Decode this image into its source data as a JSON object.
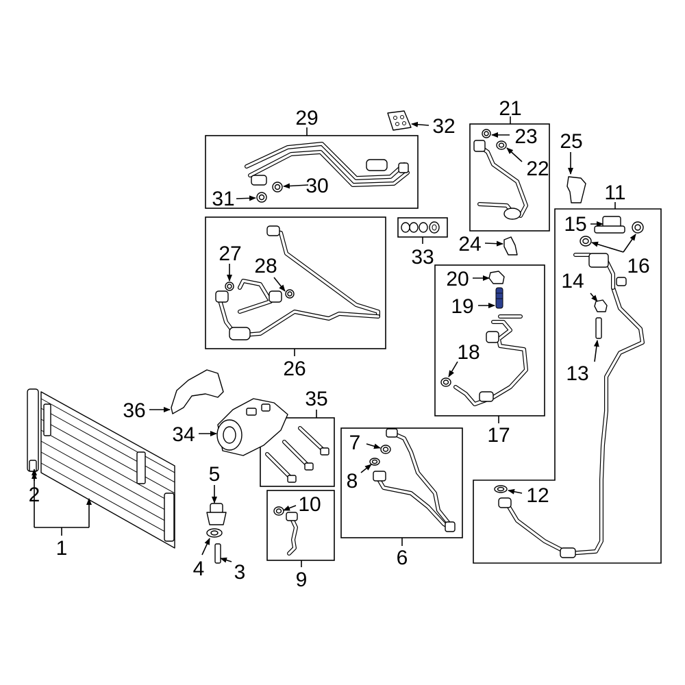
{
  "diagram": {
    "callouts": {
      "c1": "1",
      "c2": "2",
      "c3": "3",
      "c4": "4",
      "c5": "5",
      "c6": "6",
      "c7": "7",
      "c8": "8",
      "c9": "9",
      "c10": "10",
      "c11": "11",
      "c12": "12",
      "c13": "13",
      "c14": "14",
      "c15": "15",
      "c16": "16",
      "c17": "17",
      "c18": "18",
      "c19": "19",
      "c20": "20",
      "c21": "21",
      "c22": "22",
      "c23": "23",
      "c24": "24",
      "c25": "25",
      "c26": "26",
      "c27": "27",
      "c28": "28",
      "c29": "29",
      "c30": "30",
      "c31": "31",
      "c32": "32",
      "c33": "33",
      "c34": "34",
      "c35": "35",
      "c36": "36"
    },
    "highlight_part": "19",
    "colors": {
      "line": "#000000",
      "background": "#ffffff",
      "highlight": "#2b3f8f"
    }
  }
}
